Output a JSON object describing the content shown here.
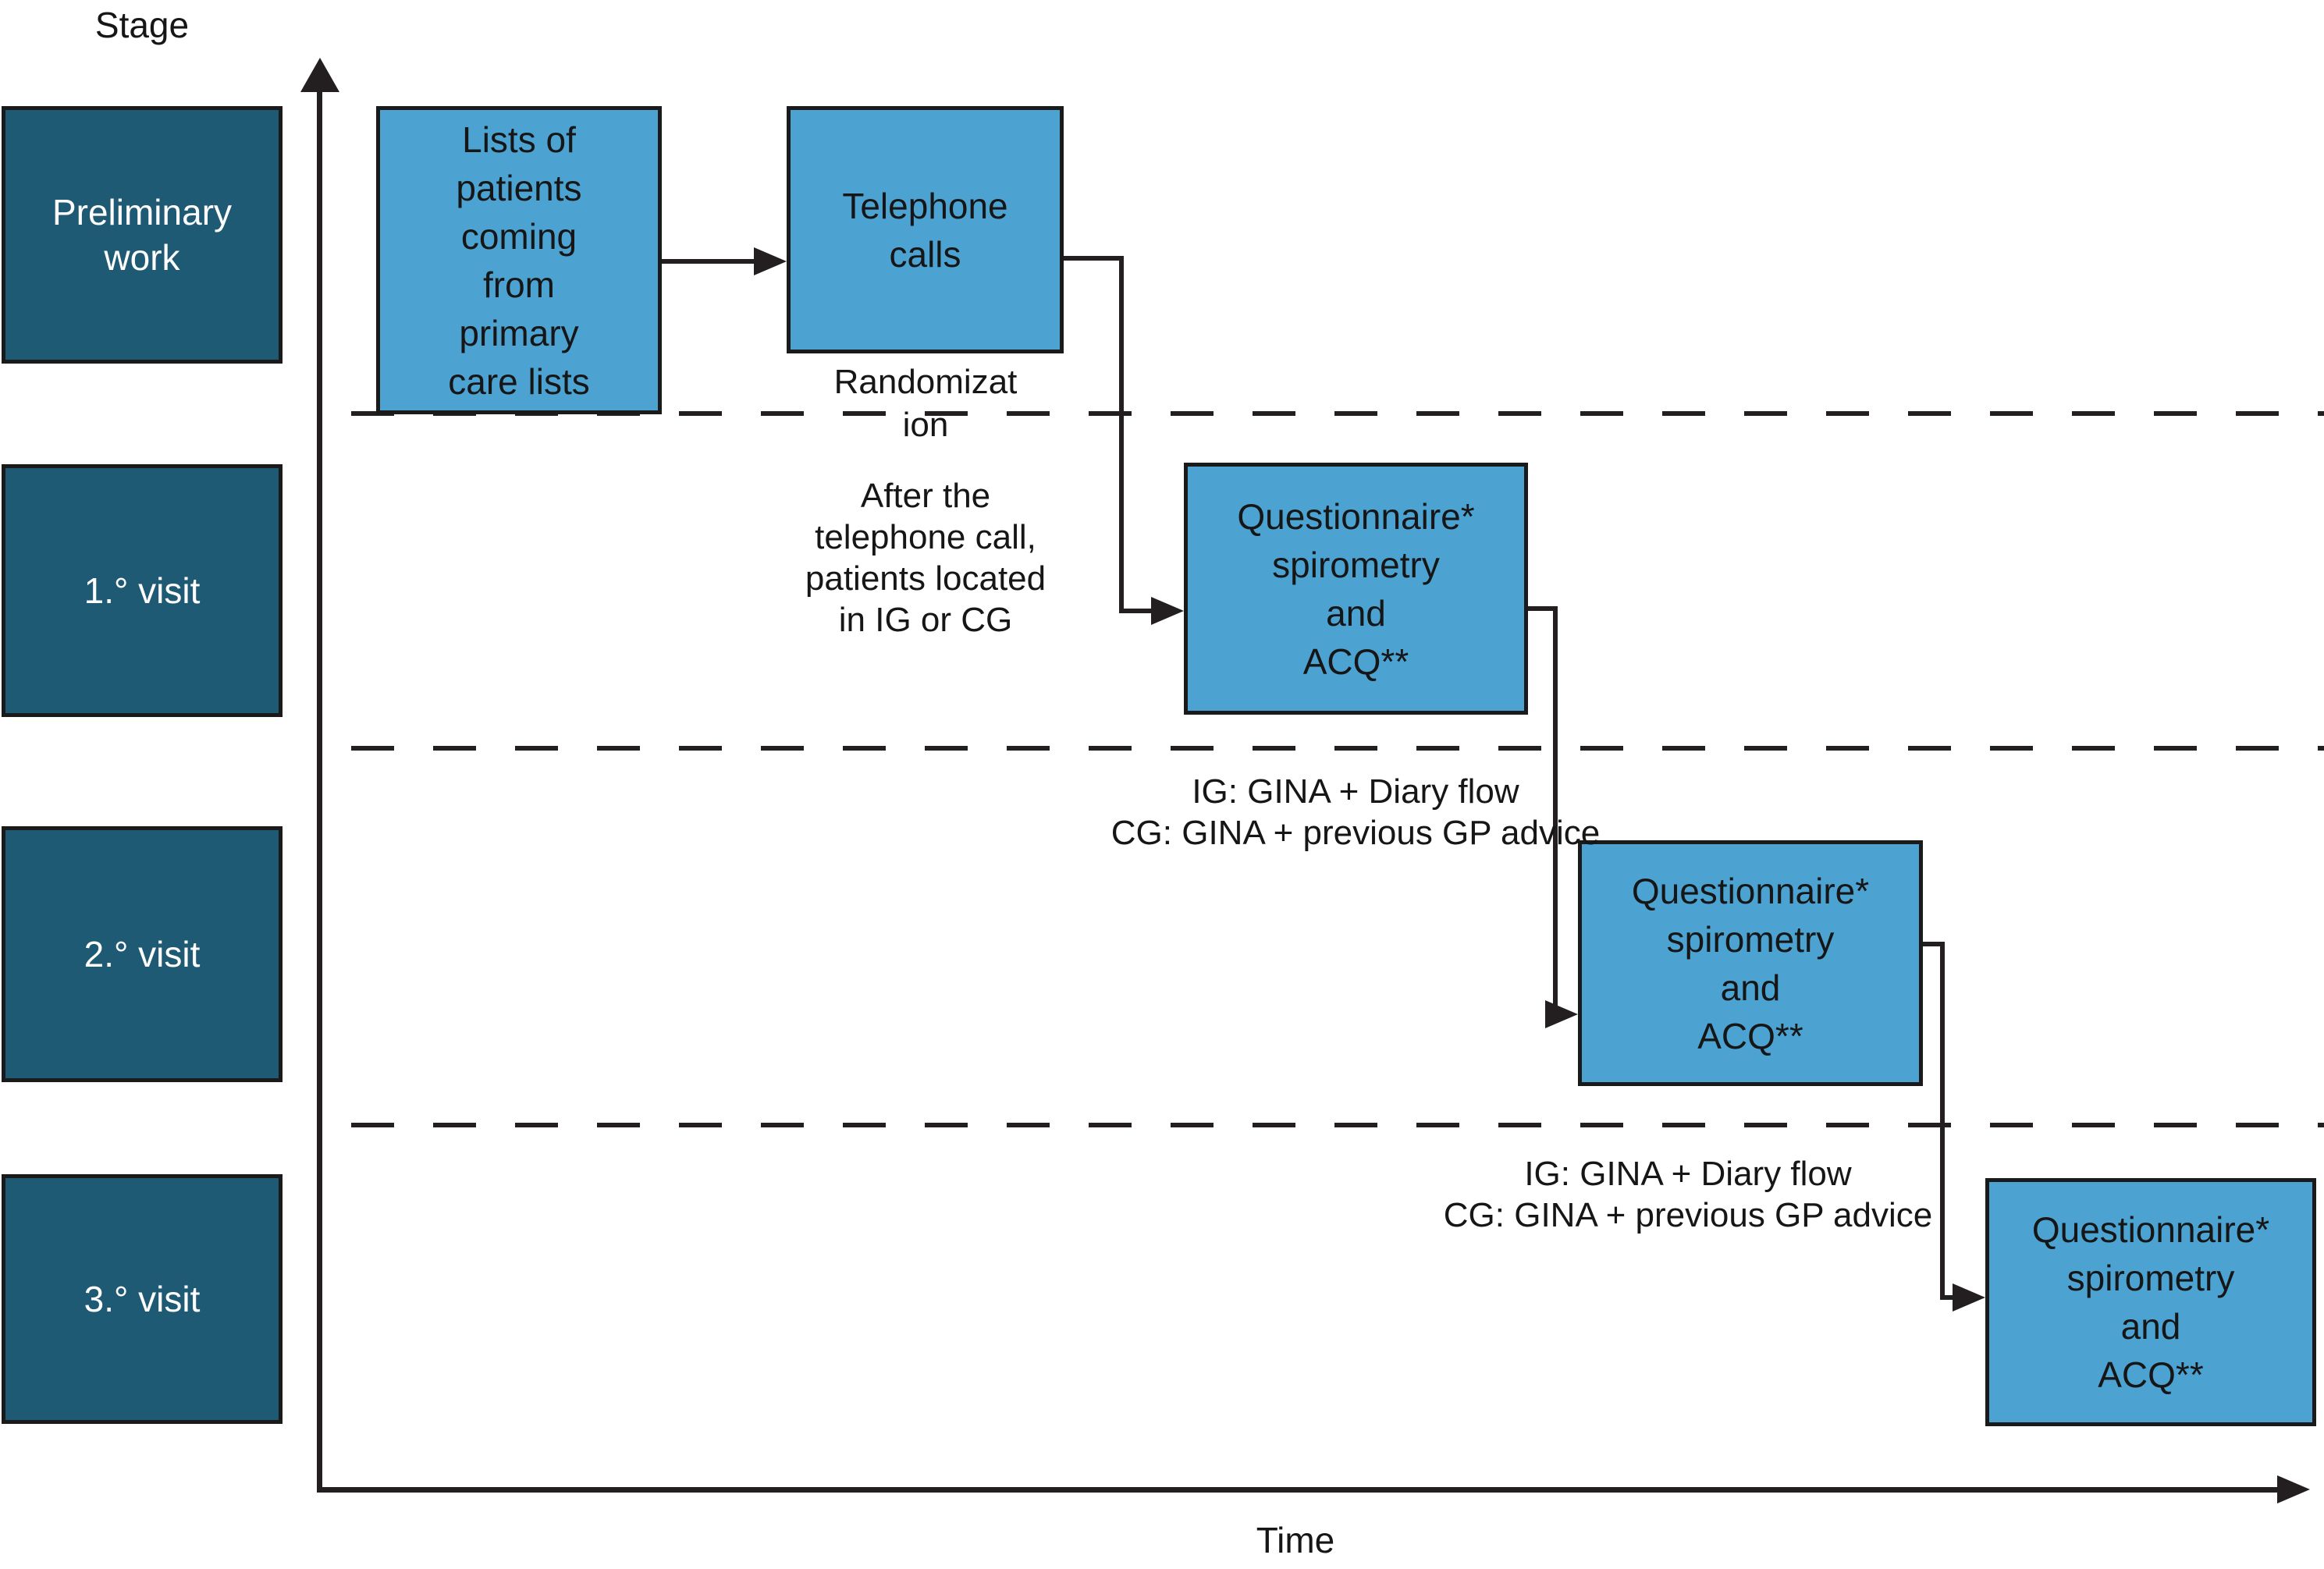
{
  "diagram": {
    "y_axis_label": "Stage",
    "x_axis_label": "Time",
    "stage_rows": [
      {
        "label": "Preliminary\nwork"
      },
      {
        "label": "1.° visit"
      },
      {
        "label": "2.° visit"
      },
      {
        "label": "3.° visit"
      }
    ],
    "process_boxes": [
      {
        "label": "Lists of\npatients\ncoming\nfrom\nprimary\ncare lists"
      },
      {
        "label": "Telephone\ncalls"
      },
      {
        "label": "Questionnaire*\nspirometry\nand\nACQ**"
      },
      {
        "label": "Questionnaire*\nspirometry\nand\nACQ**"
      },
      {
        "label": "Questionnaire*\nspirometry\nand\nACQ**"
      }
    ],
    "annotations": [
      {
        "text": "Randomizat\nion"
      },
      {
        "text": "After the\ntelephone call,\npatients located\nin IG or CG"
      },
      {
        "text": "IG: GINA + Diary flow\nCG: GINA + previous GP advice"
      },
      {
        "text": "IG: GINA + Diary flow\nCG: GINA + previous GP advice"
      }
    ],
    "colors": {
      "stage_box_fill": "#1F5A75",
      "process_box_fill": "#4CA3D2",
      "line_color": "#231F20",
      "stage_box_text": "#FFFFFF",
      "body_text": "#161616",
      "background": "#FFFFFF"
    }
  }
}
